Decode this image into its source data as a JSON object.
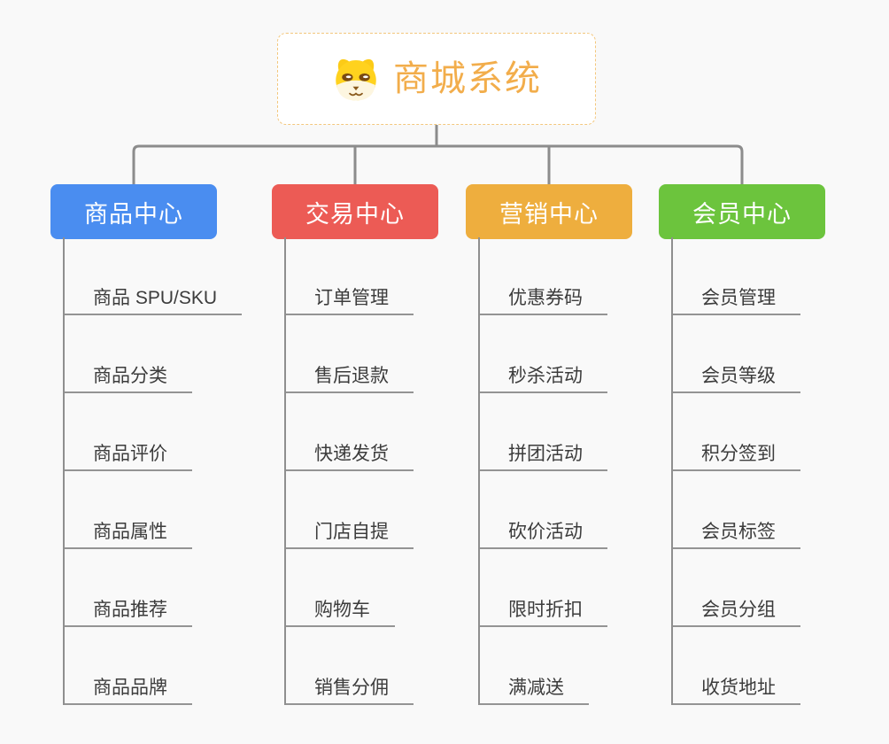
{
  "page": {
    "background_color": "#f9f9f9",
    "connector_color": "#8c8c8c"
  },
  "root": {
    "title": "商城系统",
    "icon": "dog-face-icon",
    "text_color": "#f2ad4b",
    "border_color": "#f3c77d"
  },
  "branches": [
    {
      "label": "商品中心",
      "color": "#4a8df0",
      "items": [
        "商品 SPU/SKU",
        "商品分类",
        "商品评价",
        "商品属性",
        "商品推荐",
        "商品品牌"
      ]
    },
    {
      "label": "交易中心",
      "color": "#ec5b55",
      "items": [
        "订单管理",
        "售后退款",
        "快递发货",
        "门店自提",
        "购物车",
        "销售分佣"
      ]
    },
    {
      "label": "营销中心",
      "color": "#eeae3e",
      "items": [
        "优惠券码",
        "秒杀活动",
        "拼团活动",
        "砍价活动",
        "限时折扣",
        "满减送"
      ]
    },
    {
      "label": "会员中心",
      "color": "#6cc43d",
      "items": [
        "会员管理",
        "会员等级",
        "积分签到",
        "会员标签",
        "会员分组",
        "收货地址"
      ]
    }
  ]
}
